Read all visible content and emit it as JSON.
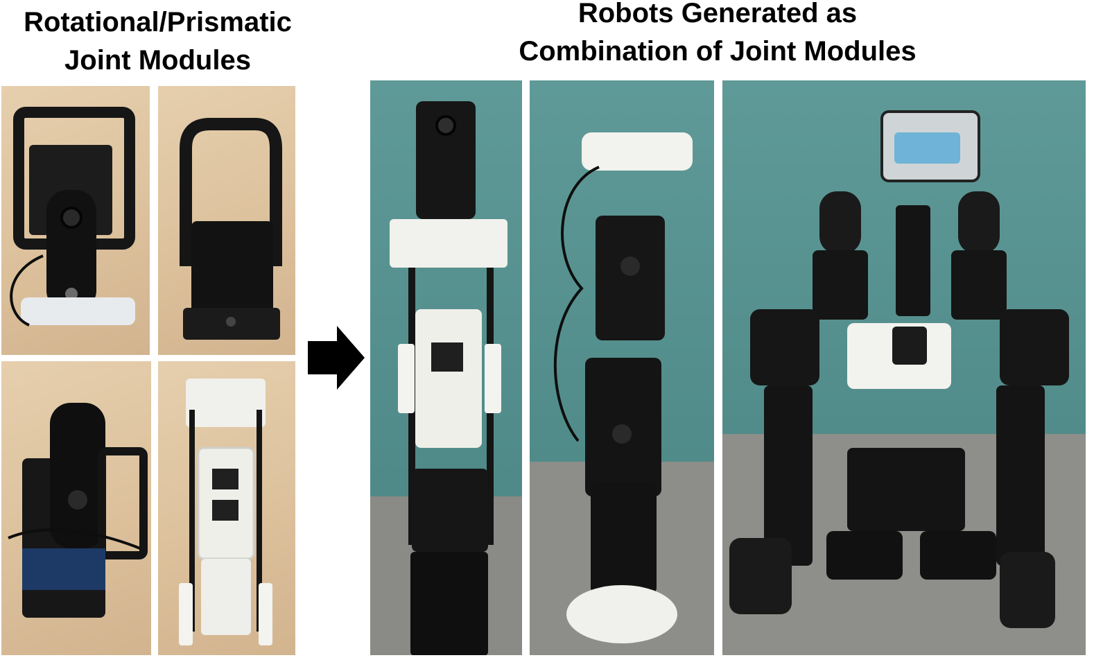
{
  "figure": {
    "left_heading": [
      "Rotational/Prismatic",
      "Joint Modules"
    ],
    "right_heading": [
      "Robots Generated as",
      "Combination of Joint Modules"
    ]
  },
  "panels": {
    "left": [
      {
        "name": "rotational-module-front",
        "background": "#dcc19c"
      },
      {
        "name": "rotational-module-frame",
        "background": "#dcc19c"
      },
      {
        "name": "rotational-module-side",
        "background": "#d8bd98"
      },
      {
        "name": "prismatic-module",
        "background": "#d8bd98"
      }
    ],
    "right": [
      {
        "name": "prismatic-robot-arm",
        "background": "#5b9593"
      },
      {
        "name": "serial-servo-robot",
        "background": "#5b9593"
      },
      {
        "name": "humanoid-robot",
        "background": "#5b9593"
      }
    ]
  },
  "colors": {
    "servo": "#161616",
    "printed_part": "#f2f2ee",
    "wood": "#dcc19c",
    "wall": "#5b9593",
    "carpet": "#8c8c88",
    "arrow": "#000000"
  }
}
